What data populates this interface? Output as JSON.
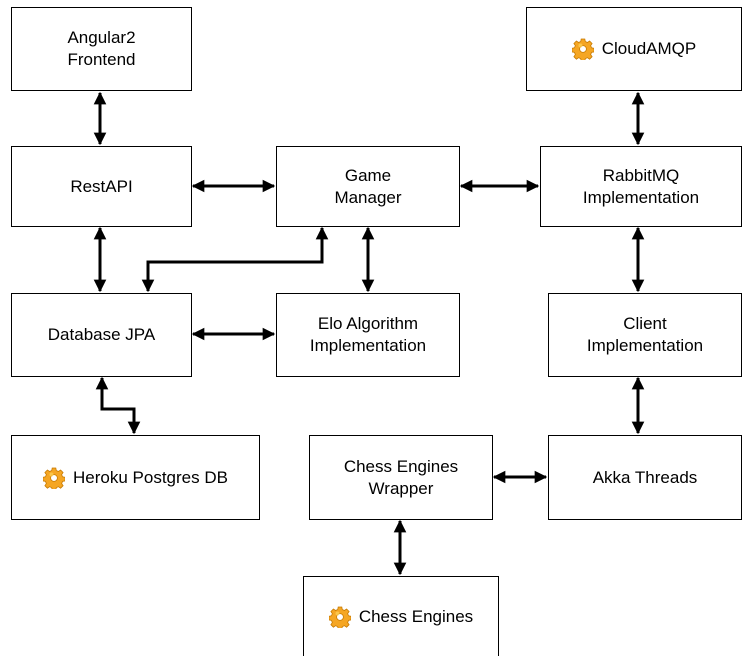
{
  "nodes": {
    "angular": "Angular2\nFrontend",
    "cloudamqp": "CloudAMQP",
    "restapi": "RestAPI",
    "game_manager": "Game\nManager",
    "rabbitmq": "RabbitMQ\nImplementation",
    "database": "Database JPA",
    "elo": "Elo Algorithm\nImplementation",
    "client": "Client\nImplementation",
    "heroku": "Heroku Postgres DB",
    "wrapper": "Chess Engines\nWrapper",
    "akka": "Akka Threads",
    "chess_engines": "Chess Engines"
  },
  "icons": {
    "cloudamqp": "gear-icon",
    "heroku": "gear-icon",
    "chess_engines": "gear-icon"
  },
  "colors": {
    "gear_fill": "#f5a623",
    "gear_highlight": "#ffd45a",
    "stroke": "#000000"
  }
}
